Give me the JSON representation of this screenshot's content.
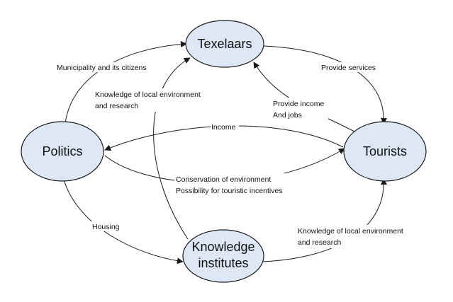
{
  "nodes": {
    "texelaars": {
      "label": "Texelaars"
    },
    "politics": {
      "label": "Politics"
    },
    "tourists": {
      "label": "Tourists"
    },
    "knowledge": {
      "line1": "Knowledge",
      "line2": "institutes"
    }
  },
  "edges": {
    "municipality": {
      "label": "Municipality and its citizens"
    },
    "provide_services": {
      "label": "Provide services"
    },
    "knowledge_to_texelaars": {
      "line1": "Knowledge of local environment",
      "line2": "and research"
    },
    "provide_income": {
      "line1": "Provide income",
      "line2": "And jobs"
    },
    "income": {
      "label": "Income"
    },
    "conservation": {
      "line1": "Conservation of environment",
      "line2": "Possibility for touristic incentives"
    },
    "housing": {
      "label": "Housing"
    },
    "knowledge_to_tourists": {
      "line1": "Knowledge of local environment",
      "line2": "and research"
    }
  }
}
